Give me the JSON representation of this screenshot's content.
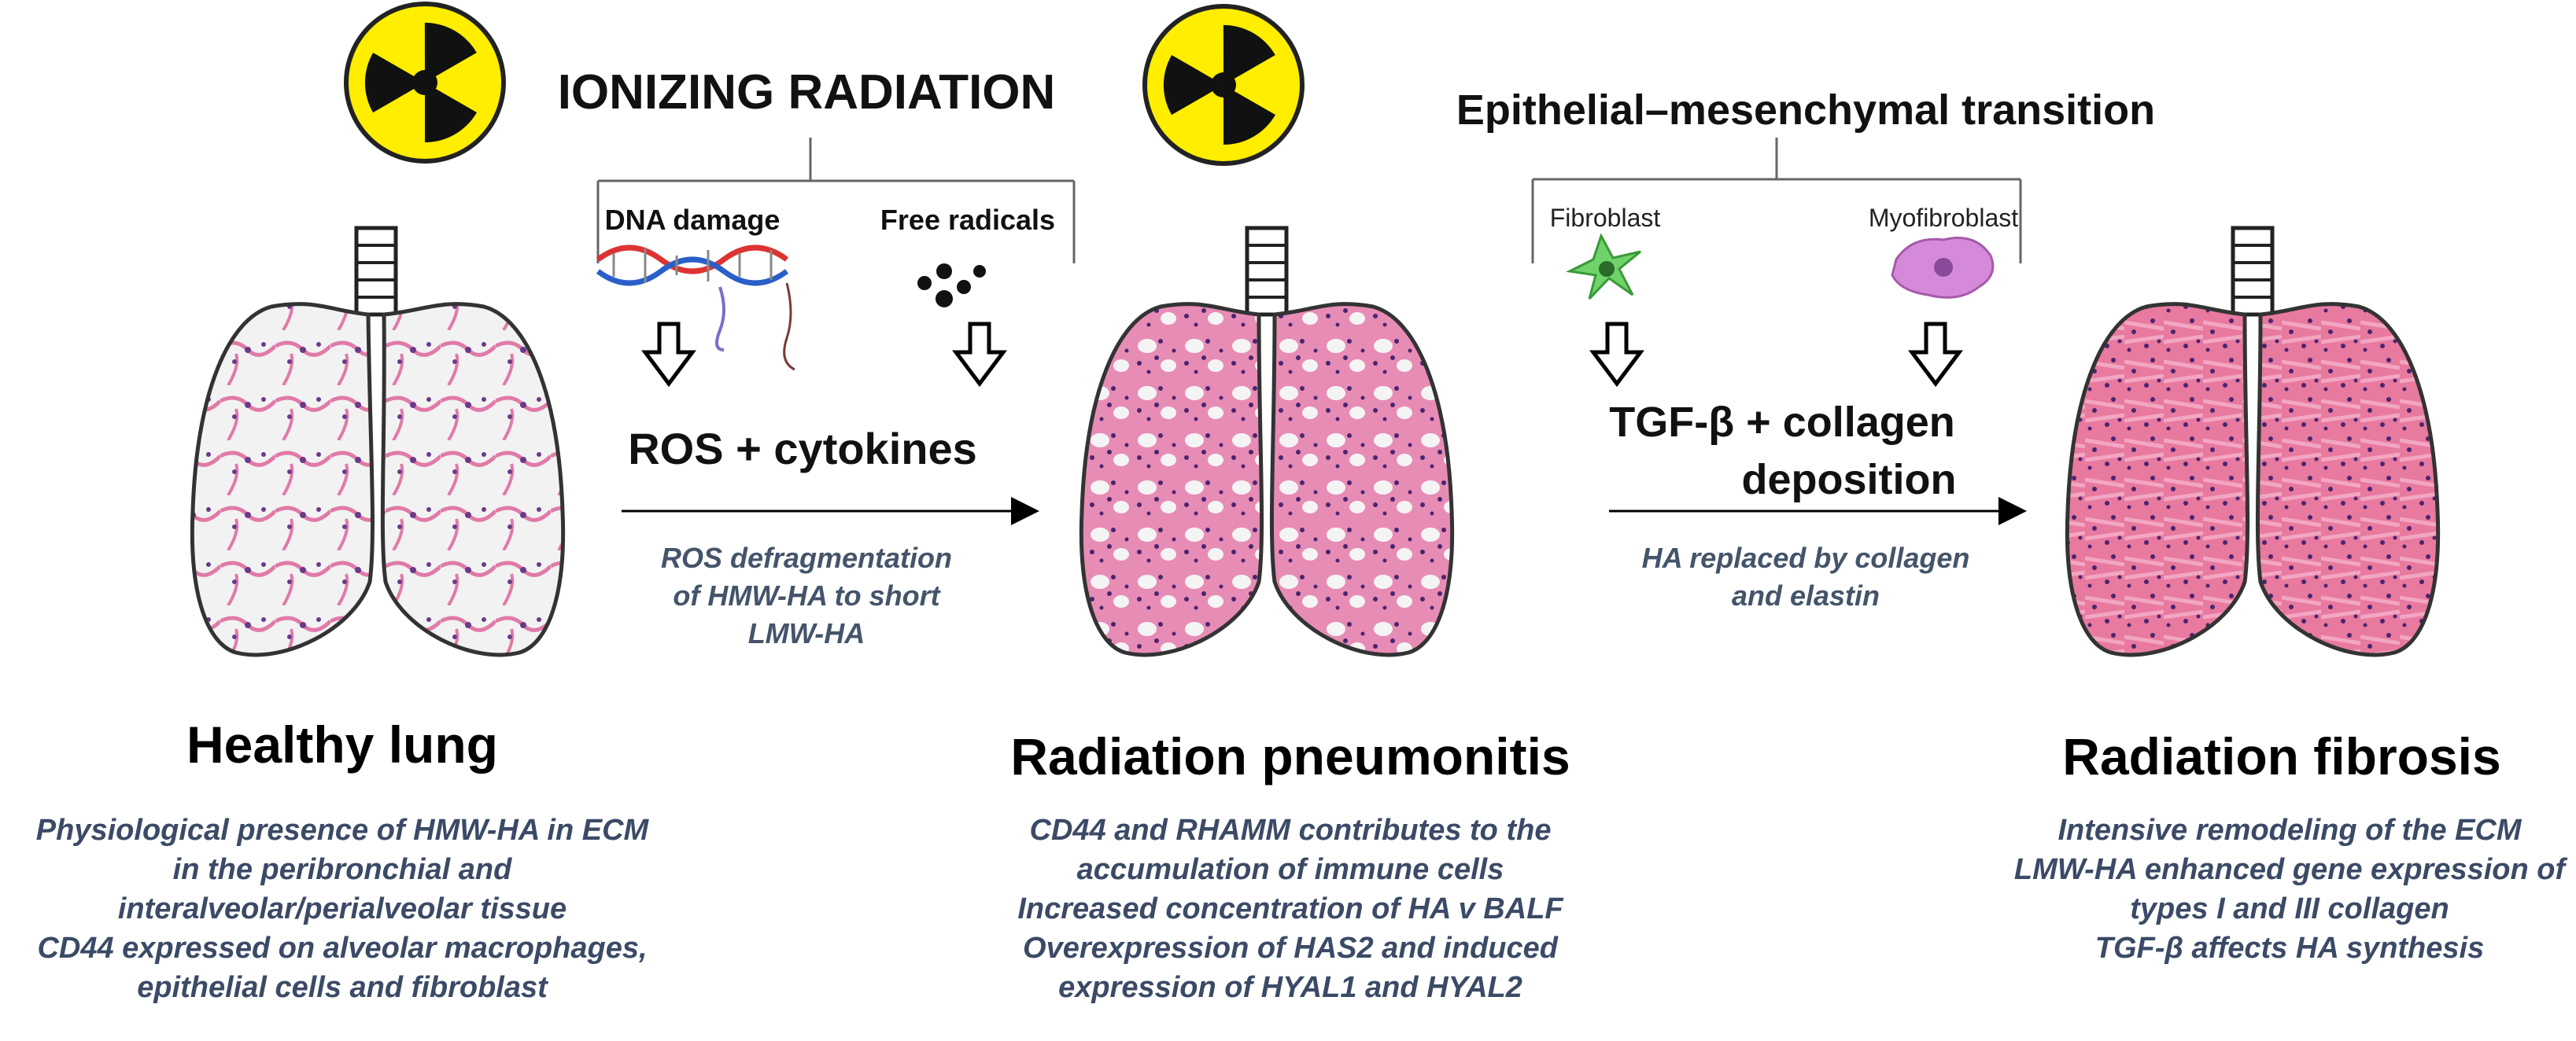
{
  "top_labels": {
    "ionizing_radiation": "IONIZING RADIATION",
    "emt": "Epithelial–mesenchymal  transition",
    "dna_damage": "DNA damage",
    "free_radicals": "Free radicals",
    "fibroblast": "Fibroblast",
    "myofibroblast": "Myofibroblast"
  },
  "arrows": {
    "ros_cytokines": "ROS + cytokines",
    "ros_note": [
      "ROS defragmentation",
      "of HMW-HA to short",
      "LMW-HA"
    ],
    "tgf_line1": "TGF-β + collagen",
    "tgf_line2": "deposition",
    "ha_note": [
      "HA replaced by collagen",
      "and elastin"
    ]
  },
  "stages": [
    {
      "title": "Healthy lung",
      "lines": [
        "Physiological presence of HMW-HA in ECM",
        "in the peribronchial and",
        "interalveolar/perialveolar tissue",
        "CD44 expressed on alveolar macrophages,",
        "epithelial cells and fibroblast"
      ]
    },
    {
      "title": "Radiation pneumonitis",
      "lines": [
        "CD44 and RHAMM contributes to the",
        "accumulation of immune cells",
        "Increased concentration of HA v BALF",
        "Overexpression of HAS2 and induced",
        "expression of HYAL1 and HYAL2"
      ]
    },
    {
      "title": "Radiation fibrosis",
      "lines": [
        "Intensive remodeling of the ECM",
        "LMW-HA enhanced gene expression of",
        "types I and III collagen",
        "TGF-β affects  HA synthesis"
      ]
    }
  ],
  "colors": {
    "radiation_yellow": "#ffee00",
    "tissue_pink": "#e07aa8",
    "nuclei": "#5a2a78",
    "fibroblast_green": "#6fd36a",
    "myofibroblast_violet": "#d58ad9"
  },
  "icons": [
    "radiation-symbol-icon",
    "dna-icon",
    "free-radicals-icon",
    "fibroblast-cell-icon",
    "myofibroblast-cell-icon",
    "lung-icon",
    "down-arrow-icon"
  ]
}
